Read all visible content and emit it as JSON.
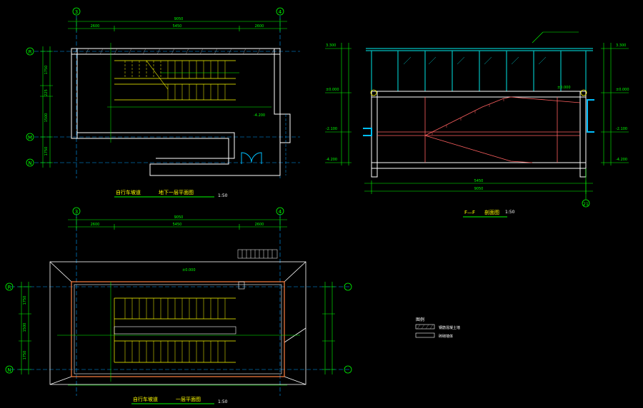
{
  "colors": {
    "background": "#000000",
    "wall": "#ffffff",
    "dimension": "#00ff00",
    "axis": "#00a0ff",
    "stair": "#ffff00",
    "section": "#ff6060",
    "glass": "#00c0c0",
    "accent_red": "#ff3030"
  },
  "views": {
    "basement_plan": {
      "title": "自行车坡道",
      "subtitle": "地下一层平面图",
      "scale": "1:50",
      "grid_top_left": "3",
      "grid_top_right": "4",
      "grid_left_top": "R",
      "grid_left_mid": "M",
      "grid_left_bottom": "N",
      "overall_dim": "9050",
      "top_dims": [
        "2600",
        "5450",
        "2600"
      ],
      "left_dims": [
        "1750",
        "225",
        "1500",
        "1750"
      ],
      "elevation_label": "-4.200"
    },
    "ground_plan": {
      "title": "自行车坡道",
      "subtitle": "一层平面图",
      "scale": "1:50",
      "grid_top_left": "3",
      "grid_top_right": "4",
      "grid_left_top": "R",
      "grid_left_bottom": "N",
      "overall_dim": "9050",
      "top_dims": [
        "2600",
        "5450",
        "2600"
      ],
      "left_dims": [
        "1750",
        "1500",
        "1750"
      ],
      "elevation_label": "±0.000"
    },
    "section": {
      "title": "F—F",
      "subtitle": "剖面图",
      "scale": "1:50",
      "grid_bottom": "21",
      "overall_dim": "9050",
      "bottom_dim": "5450",
      "top_elev_left": "3.300",
      "top_elev_right": "3.300",
      "mid_elev_left": "±0.000",
      "mid_elev_right": "±0.000",
      "low_elev_left": "-2.100",
      "low_elev_right": "-2.100",
      "base_elev_left": "-4.200",
      "base_elev_right": "-4.200"
    }
  },
  "legend": {
    "title": "图例",
    "items": [
      {
        "label": "钢筋混凝土墙"
      },
      {
        "label": "砖砌墙体"
      }
    ]
  }
}
